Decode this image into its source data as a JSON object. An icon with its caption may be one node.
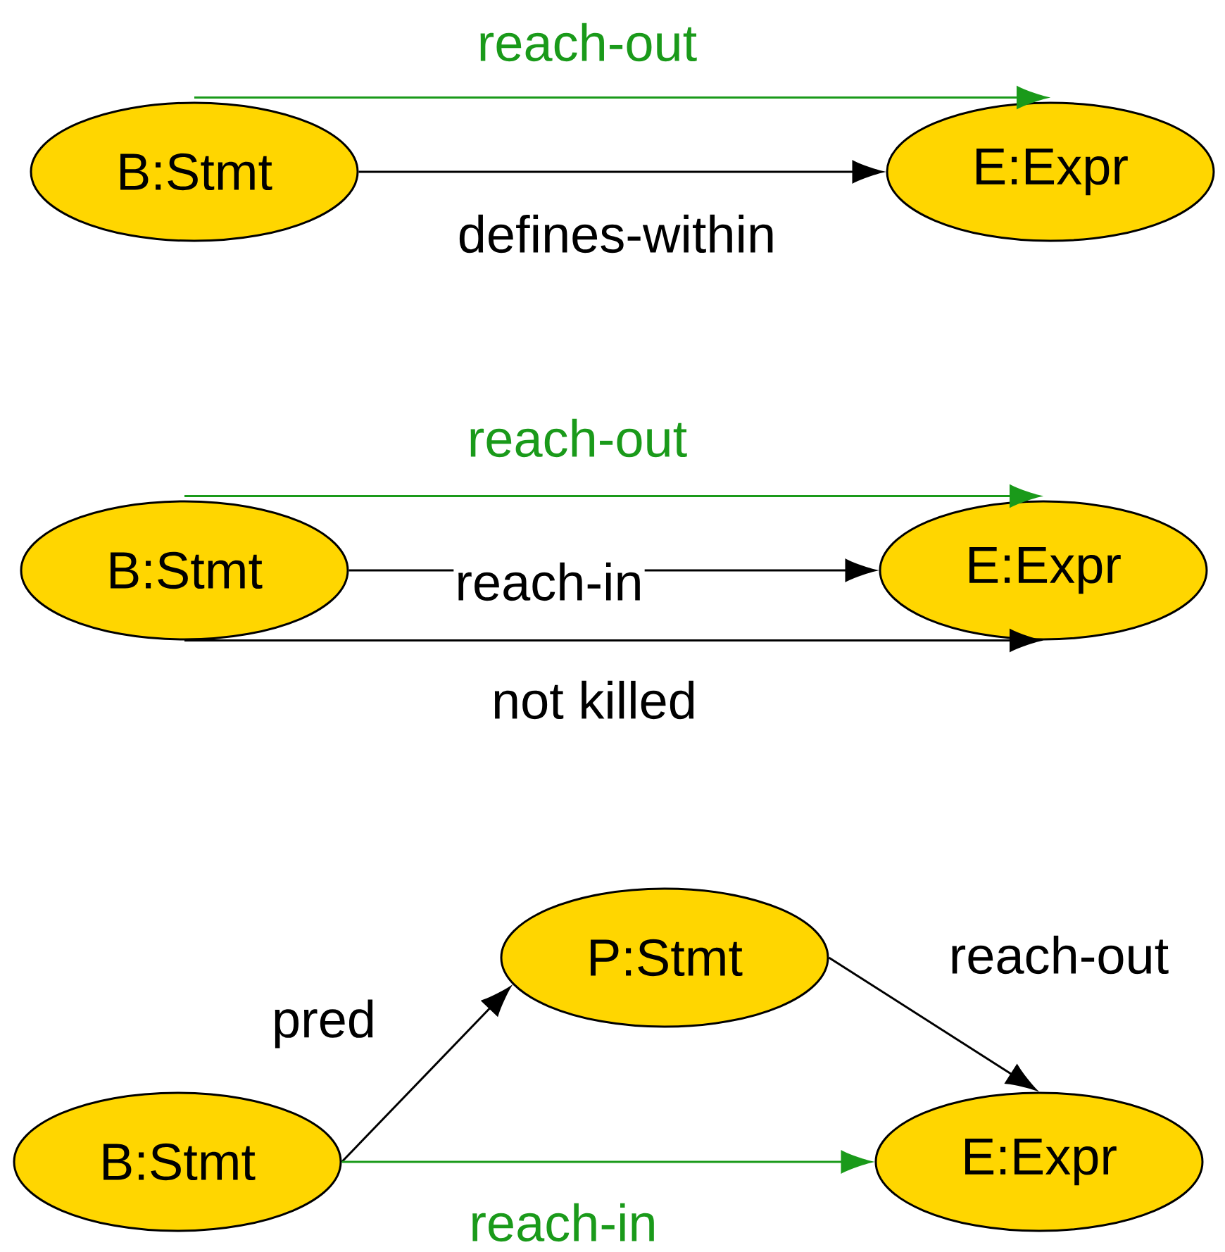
{
  "diagram": {
    "nodes": [
      {
        "text": [
          "B:Stmt"
        ]
      },
      {
        "text": [
          "E:Expr"
        ]
      },
      {
        "text": [
          "B:Stmt"
        ]
      },
      {
        "text": [
          "E:Expr"
        ]
      },
      {
        "text": [
          "P:Stmt"
        ]
      },
      {
        "text": [
          "B:Stmt"
        ]
      },
      {
        "text": [
          "E:Expr"
        ]
      }
    ],
    "edges": [
      {
        "from": 0,
        "to": 1,
        "arrow": "to",
        "label": "reach-out",
        "color": "#1a9a1a"
      },
      {
        "from": 0,
        "to": 1,
        "arrow": "to",
        "label": "defines-within"
      },
      {
        "from": 2,
        "to": 3,
        "arrow": "to",
        "label": "reach-out",
        "color": "#1a9a1a"
      },
      {
        "from": 2,
        "to": 3,
        "arrow": "to",
        "label": "reach-in"
      },
      {
        "from": 2,
        "to": 3,
        "arrow": "to",
        "label": "not killed"
      },
      {
        "from": 5,
        "to": 4,
        "arrow": "to",
        "label": "pred"
      },
      {
        "from": 4,
        "to": 6,
        "arrow": "to",
        "label": "reach-out"
      },
      {
        "from": 5,
        "to": 6,
        "arrow": "to",
        "label": "reach-in",
        "color": "#1a9a1a"
      }
    ]
  }
}
